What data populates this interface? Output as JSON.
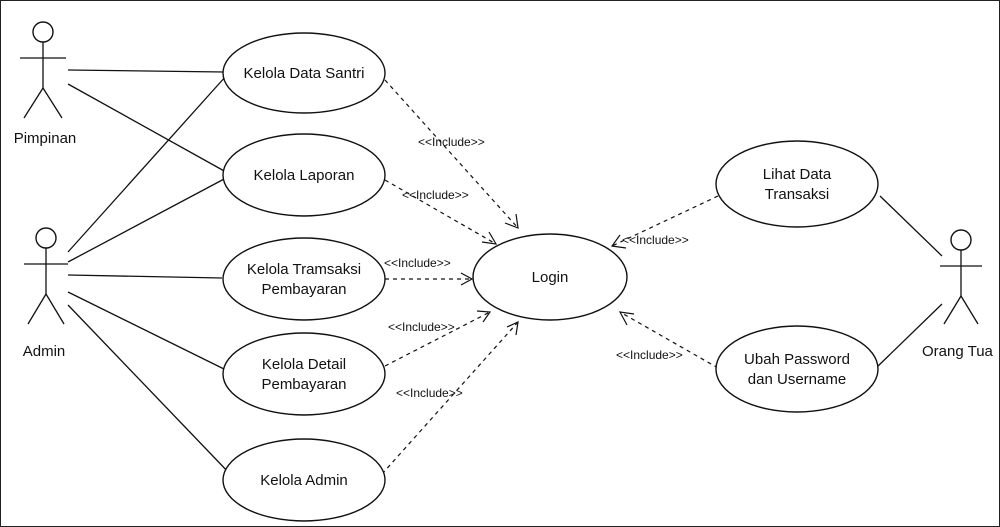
{
  "actors": {
    "pimpinan": "Pimpinan",
    "admin": "Admin",
    "orang_tua": "Orang Tua"
  },
  "use_cases": {
    "kelola_data_santri": "Kelola Data Santri",
    "kelola_laporan": "Kelola Laporan",
    "kelola_transaksi_line1": "Kelola Tramsaksi",
    "kelola_transaksi_line2": "Pembayaran",
    "kelola_detail_line1": "Kelola Detail",
    "kelola_detail_line2": "Pembayaran",
    "kelola_admin": "Kelola Admin",
    "login": "Login",
    "lihat_transaksi_line1": "Lihat Data",
    "lihat_transaksi_line2": "Transaksi",
    "ubah_password_line1": "Ubah Password",
    "ubah_password_line2": "dan Username"
  },
  "relations": {
    "include_label": "<<Include>>"
  }
}
